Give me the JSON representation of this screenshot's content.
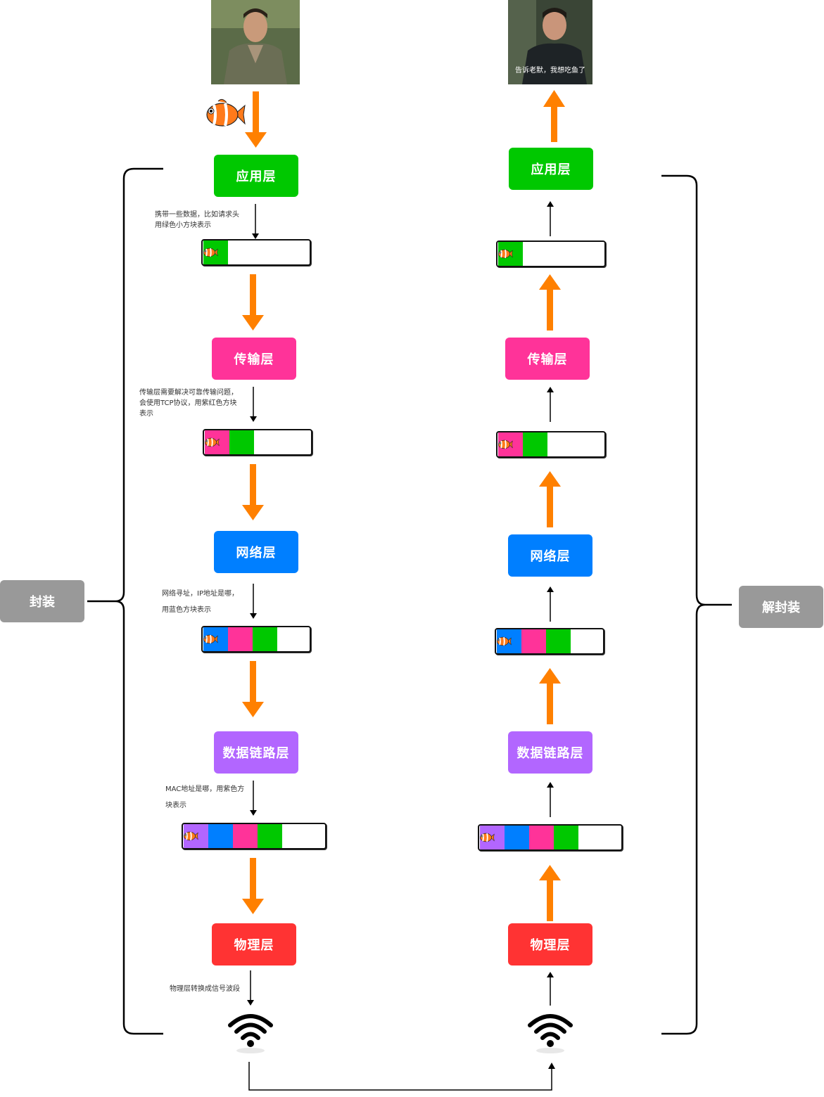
{
  "layers": {
    "application": {
      "label": "应用层",
      "color": "#00C800"
    },
    "transport": {
      "label": "传输层",
      "color": "#FF3399"
    },
    "network": {
      "label": "网络层",
      "color": "#007FFF"
    },
    "datalink": {
      "label": "数据链路层",
      "color": "#B266FF"
    },
    "physical": {
      "label": "物理层",
      "color": "#FF3333"
    }
  },
  "sides": {
    "encapsulation": "封装",
    "decapsulation": "解封装"
  },
  "notes": {
    "application": "携带一些数据，比如请求头\n用绿色小方块表示",
    "transport": "传输层需要解决可靠传输问题，\n会使用TCP协议，用紫红色方块\n表示",
    "network": "网络寻址，IP地址是哪，\n用蓝色方块表示",
    "datalink": "MAC地址是哪，用紫色方\n块表示",
    "physical": "物理层转换成信号波段"
  },
  "photo_right_caption": "告诉老默，我想吃鱼了",
  "colors": {
    "arrow_orange": "#FF8000",
    "line_black": "#000000",
    "side_box": "#999999"
  },
  "icons": [
    "clownfish-icon",
    "wifi-icon",
    "person-photo"
  ]
}
